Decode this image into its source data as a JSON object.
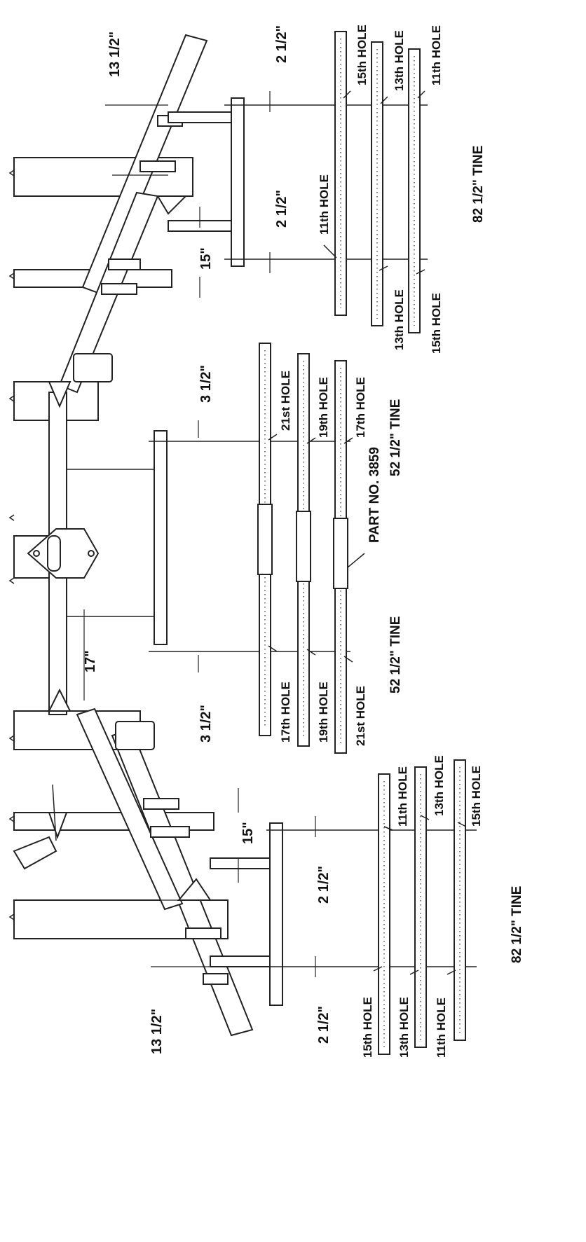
{
  "labels": {
    "top_13_half": "13 1/2\"",
    "top_2_half_a": "2 1/2\"",
    "top_2_half_b": "2 1/2\"",
    "top_15": "15\"",
    "top_15th_hole": "15th HOLE",
    "top_13th_hole": "13th HOLE",
    "top_11th_hole": "11th HOLE",
    "top_11th_hole_left": "11th HOLE",
    "top_13th_hole_bottom": "13th HOLE",
    "top_15th_hole_bottom": "15th HOLE",
    "top_tine": "82 1/2\" TINE",
    "mid_3_half_top": "3 1/2\"",
    "mid_21st_hole": "21st HOLE",
    "mid_19th_hole": "19th HOLE",
    "mid_17th_hole": "17th HOLE",
    "mid_tine_top": "52 1/2\" TINE",
    "part_no": "PART NO. 3859",
    "mid_tine_bottom": "52 1/2\" TINE",
    "mid_17": "17\"",
    "mid_3_half_bottom": "3 1/2\"",
    "mid_17th_hole_b": "17th HOLE",
    "mid_19th_hole_b": "19th HOLE",
    "mid_21st_hole_b": "21st HOLE",
    "bot_11th_hole": "11th HOLE",
    "bot_13th_hole": "13th HOLE",
    "bot_15th_hole": "15th HOLE",
    "bot_15": "15\"",
    "bot_2_half_a": "2 1/2\"",
    "bot_2_half_b": "2 1/2\"",
    "bot_13_half": "13 1/2\"",
    "bot_15th_hole_b": "15th HOLE",
    "bot_13th_hole_b": "13th HOLE",
    "bot_11th_hole_b": "11th HOLE",
    "bot_tine": "82 1/2\" TINE"
  }
}
